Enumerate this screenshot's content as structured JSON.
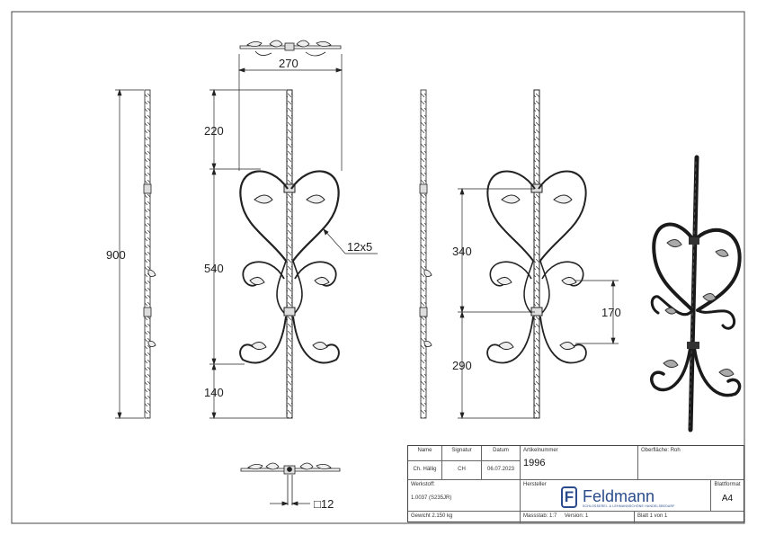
{
  "dimensions": {
    "width_top": "270",
    "height_total": "900",
    "upper_offset": "220",
    "middle_length": "540",
    "lower_offset": "140",
    "bar_section": "12x5",
    "right_upper": "340",
    "right_lower": "290",
    "leaf_spacing": "170",
    "square_bar": "□12"
  },
  "title_block": {
    "col_name": "Name",
    "col_signatur": "Signatur",
    "col_datum": "Datum",
    "name_value": "Ch. Hällig",
    "signatur_value": "CH",
    "datum_value": "06.07.2023",
    "artikel_label": "Artikelnummer",
    "artikel_value": "1996",
    "oberflaeche_label": "Oberfläche:",
    "oberflaeche_value": "Roh",
    "werkstoff_label": "Werkstoff:",
    "werkstoff_value": "1.0037 (S235JR)",
    "hersteller_label": "Hersteller",
    "logo_mark": "F",
    "logo_name": "Feldmann",
    "logo_sub": "SCHLOSSEREI- & LEHMANNSCHÖNE HANDELSBEDARF",
    "blattformat_label": "Blattformat",
    "blattformat_value": "A4",
    "gewicht": "Gewicht 2.150 kg",
    "massstab": "Massstab: 1:7",
    "version": "Version: 1",
    "blatt": "Blatt 1 von 1"
  }
}
